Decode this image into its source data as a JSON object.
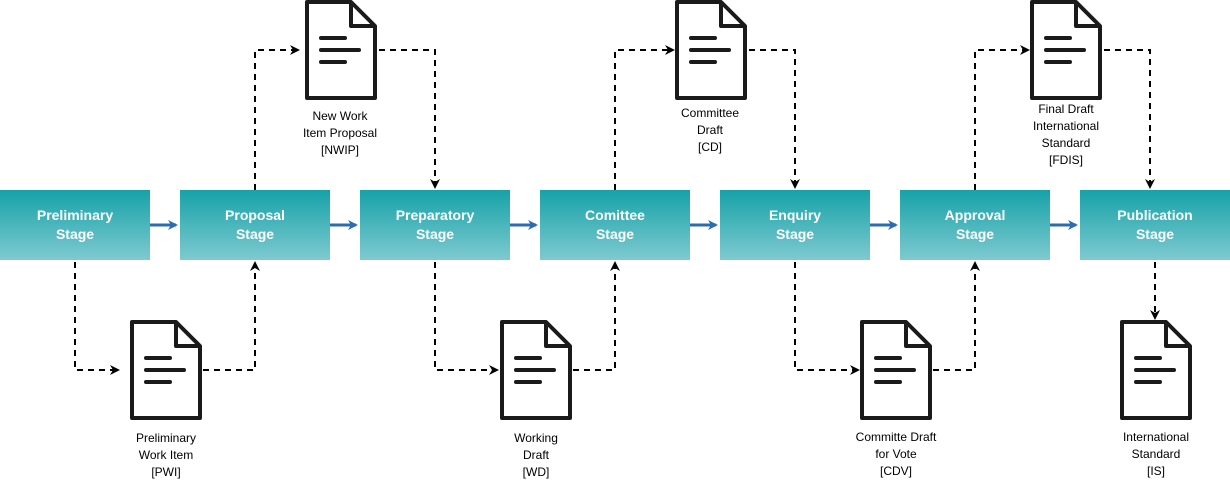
{
  "diagram": {
    "stages": [
      {
        "line1": "Preliminary",
        "line2": "Stage"
      },
      {
        "line1": "Proposal",
        "line2": "Stage"
      },
      {
        "line1": "Preparatory",
        "line2": "Stage"
      },
      {
        "line1": "Comittee",
        "line2": "Stage"
      },
      {
        "line1": "Enquiry",
        "line2": "Stage"
      },
      {
        "line1": "Approval",
        "line2": "Stage"
      },
      {
        "line1": "Publication",
        "line2": "Stage"
      }
    ],
    "documents": [
      {
        "lines": [
          "Preliminary",
          "Work Item",
          "[PWI]"
        ]
      },
      {
        "lines": [
          "New Work",
          "Item Proposal",
          "[NWIP]"
        ]
      },
      {
        "lines": [
          "Working",
          "Draft",
          "[WD]"
        ]
      },
      {
        "lines": [
          "Committee",
          "Draft",
          "[CD]"
        ]
      },
      {
        "lines": [
          "Committe Draft",
          "for Vote",
          "[CDV]"
        ]
      },
      {
        "lines": [
          "Final Draft",
          "International",
          "Standard",
          "[FDIS]"
        ]
      },
      {
        "lines": [
          "International",
          "Standard",
          "[IS]"
        ]
      }
    ],
    "colors": {
      "stage_top": "#16a2a8",
      "stage_bottom": "#7ecad0",
      "flow_arrow": "#2b6cb0",
      "document_stroke": "#1a1a1a"
    },
    "icon": "document-icon"
  }
}
